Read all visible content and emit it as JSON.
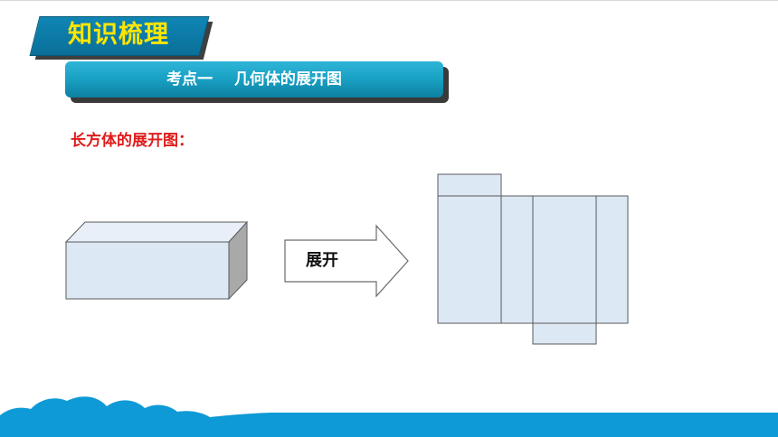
{
  "header": {
    "section_title": "知识梳理",
    "topic": "考点一    几何体的展开图"
  },
  "content": {
    "subtitle": "长方体的展开图：",
    "arrow_label": "展开"
  },
  "colors": {
    "badge_blue": "#0a7aa6",
    "title_yellow": "#ffe600",
    "topic_cyan": "#1aa3c6",
    "subtitle_red": "#e01b1b",
    "face_fill": "#dde8f5",
    "footer_blue": "#0e9ad6"
  }
}
